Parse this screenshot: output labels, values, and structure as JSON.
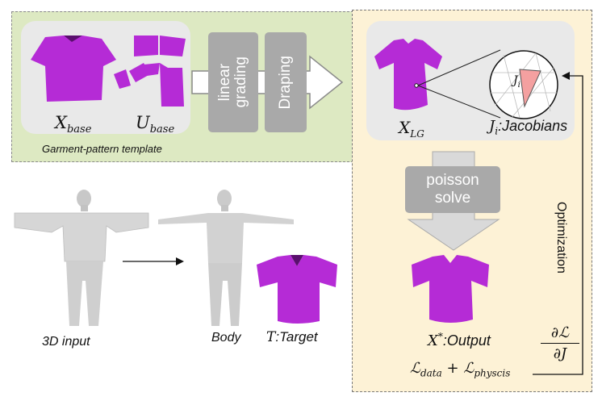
{
  "template": {
    "caption": "Garment-pattern template",
    "x_base": {
      "main": "X",
      "sub": "base"
    },
    "u_base": {
      "main": "U",
      "sub": "base"
    }
  },
  "steps": {
    "linear_grading": [
      "linear",
      "grading"
    ],
    "draping": "Draping",
    "poisson_solve": [
      "poisson",
      "solve"
    ]
  },
  "optimization_panel": {
    "x_lg": {
      "main": "X",
      "sub": "LG"
    },
    "jacobians": {
      "symbol": "J",
      "sub": "i",
      "text": ":Jacobians"
    },
    "inset_symbol": {
      "main": "J",
      "sub": "i"
    },
    "output": {
      "symbol": "X",
      "sup": "*",
      "text": ":Output"
    },
    "loss": {
      "l1": "ℒ",
      "l1_sub": "data",
      "plus": "+",
      "l2": "ℒ",
      "l2_sub": "physcis"
    },
    "gradient": {
      "num": "∂ℒ",
      "den": "∂J"
    },
    "optimization_label": "Optimization"
  },
  "bottom": {
    "input_label": "3D input",
    "body_label": "Body",
    "target": {
      "symbol": "T",
      "text": ":Target"
    }
  },
  "colors": {
    "garment": "#b52bd6",
    "panel_green": "#dde9c2",
    "panel_yellow": "#fdf2d6",
    "step_gray": "#a9a9a9",
    "triangle": "#f4a0a0"
  }
}
